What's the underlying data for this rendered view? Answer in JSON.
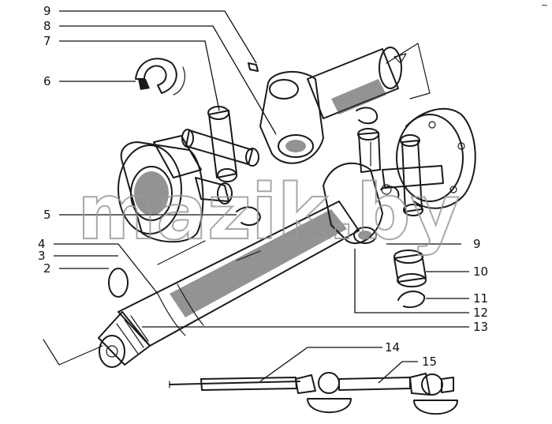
{
  "watermark": "mazik.by",
  "corner_mark": "~",
  "callouts": [
    {
      "id": "c9a",
      "text": "9"
    },
    {
      "id": "c8",
      "text": "8"
    },
    {
      "id": "c7",
      "text": "7"
    },
    {
      "id": "c6",
      "text": "6"
    },
    {
      "id": "c5",
      "text": "5"
    },
    {
      "id": "c4",
      "text": "4"
    },
    {
      "id": "c3",
      "text": "3"
    },
    {
      "id": "c2",
      "text": "2"
    },
    {
      "id": "c9b",
      "text": "9"
    },
    {
      "id": "c10",
      "text": "10"
    },
    {
      "id": "c11",
      "text": "11"
    },
    {
      "id": "c12",
      "text": "12"
    },
    {
      "id": "c13",
      "text": "13"
    },
    {
      "id": "c14",
      "text": "14"
    },
    {
      "id": "c15",
      "text": "15"
    }
  ],
  "colors": {
    "ink": "#1a1a1a",
    "paper": "#ffffff",
    "watermark": "#9a9a9a"
  }
}
